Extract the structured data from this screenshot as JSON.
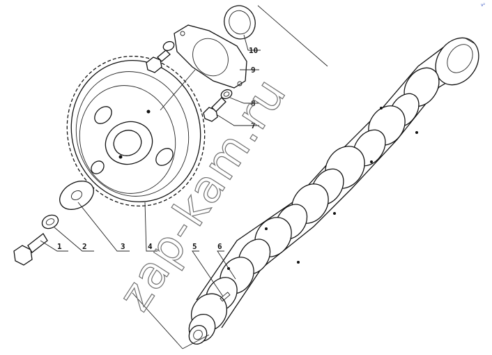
{
  "diagram": {
    "callouts": [
      {
        "id": "1",
        "label": "1"
      },
      {
        "id": "2",
        "label": "2"
      },
      {
        "id": "3",
        "label": "3"
      },
      {
        "id": "4",
        "label": "4"
      },
      {
        "id": "5",
        "label": "5"
      },
      {
        "id": "6",
        "label": "6"
      },
      {
        "id": "7",
        "label": "7"
      },
      {
        "id": "8",
        "label": "8"
      },
      {
        "id": "9",
        "label": "9"
      },
      {
        "id": "10",
        "label": "10"
      }
    ],
    "parts": [
      "bolt",
      "washer",
      "thrust-washer",
      "camshaft-gear",
      "key",
      "camshaft",
      "bolt",
      "washer",
      "gasket",
      "seal-ring"
    ]
  },
  "watermark": {
    "text": "zap-kam.ru"
  },
  "corner_mark": {
    "text": "v²"
  },
  "colors": {
    "line": "#111111",
    "watermark": "#6f6f6f",
    "background": "#ffffff"
  }
}
